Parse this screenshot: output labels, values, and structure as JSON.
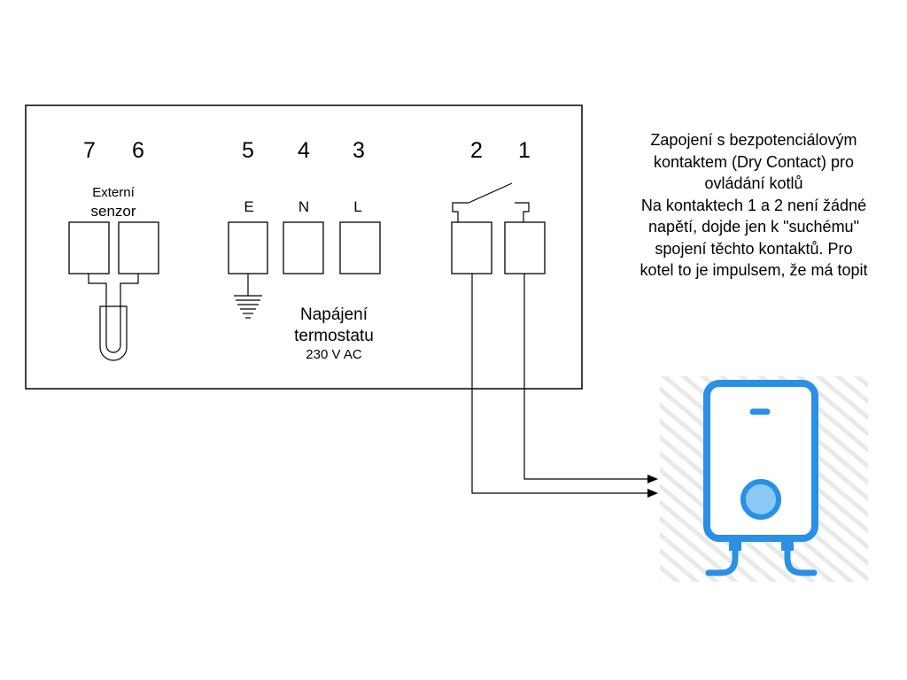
{
  "terminals": {
    "t7": "7",
    "t6": "6",
    "t5": "5",
    "t4": "4",
    "t3": "3",
    "t2": "2",
    "t1": "1"
  },
  "labels": {
    "sensor_line1": "Externí",
    "sensor_line2": "senzor",
    "earth": "E",
    "neutral": "N",
    "live": "L",
    "power_line1": "Napájení",
    "power_line2": "termostatu",
    "power_voltage": "230 V AC"
  },
  "note": {
    "lines": [
      "Zapojení s bezpotenciálovým",
      "kontaktem (Dry Contact) pro",
      "ovládání kotlů",
      "Na kontaktech 1 a 2 není žádné",
      "napětí, dojde jen k \"suchému\"",
      "spojení těchto kontaktů. Pro",
      "kotel to je impulsem, že má topit"
    ]
  },
  "icons": {
    "boiler": "water-heater-icon",
    "sensor": "temperature-probe-icon",
    "ground": "ground-symbol-icon",
    "switch": "relay-contact-icon"
  },
  "colors": {
    "boiler_blue": "#2a8fe6",
    "boiler_fill": "#8cc8f5",
    "hatch": "#e8e8e8",
    "line": "#000000"
  }
}
